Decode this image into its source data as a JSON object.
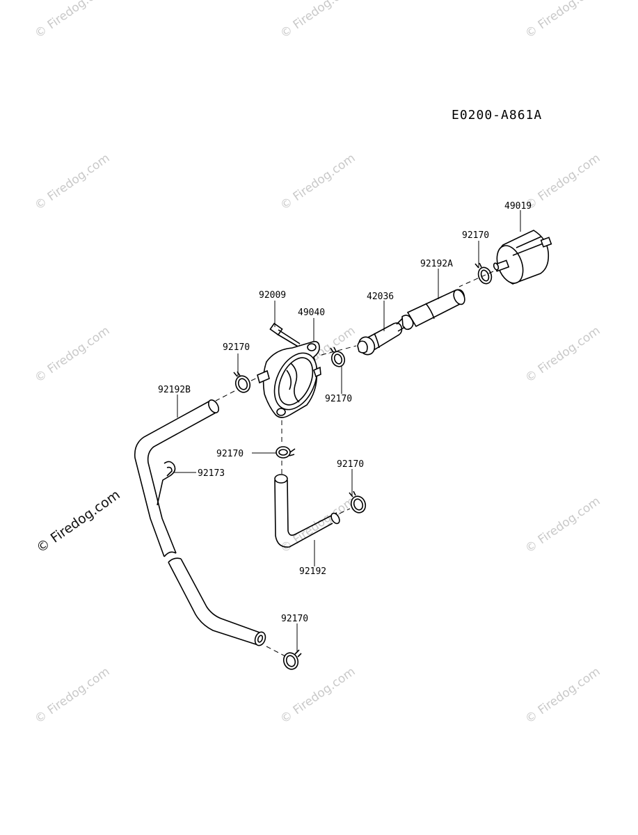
{
  "diagram_code": "E0200-A861A",
  "watermark_text": "© Firedog.com",
  "parts": {
    "filter": "49019",
    "clamp_filter": "92170",
    "hose_a": "92192A",
    "pipe_joint": "42036",
    "screw": "92009",
    "fuel_pump": "49040",
    "clamp_pump_left": "92170",
    "clamp_pump_right": "92170",
    "hose_b": "92192B",
    "clamp_pump_bottom": "92170",
    "clip": "92173",
    "clamp_hose_right": "92170",
    "hose": "92192",
    "clamp_bottom": "92170"
  }
}
